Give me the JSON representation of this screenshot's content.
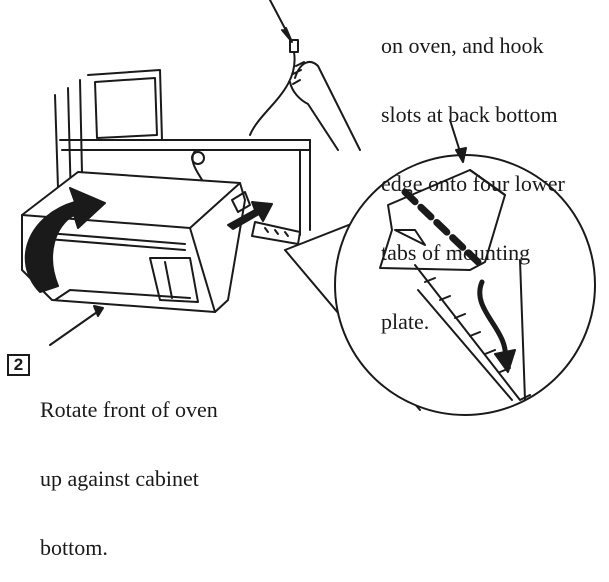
{
  "callout_tabs": {
    "lines": [
      "on oven, and hook",
      "slots at back bottom",
      "edge onto four lower",
      "tabs of mounting",
      "plate."
    ]
  },
  "step": {
    "number": "2",
    "lines": [
      "Rotate front of oven",
      "up against cabinet",
      "bottom."
    ]
  },
  "colors": {
    "ink": "#1a1a1a",
    "background": "#ffffff"
  }
}
